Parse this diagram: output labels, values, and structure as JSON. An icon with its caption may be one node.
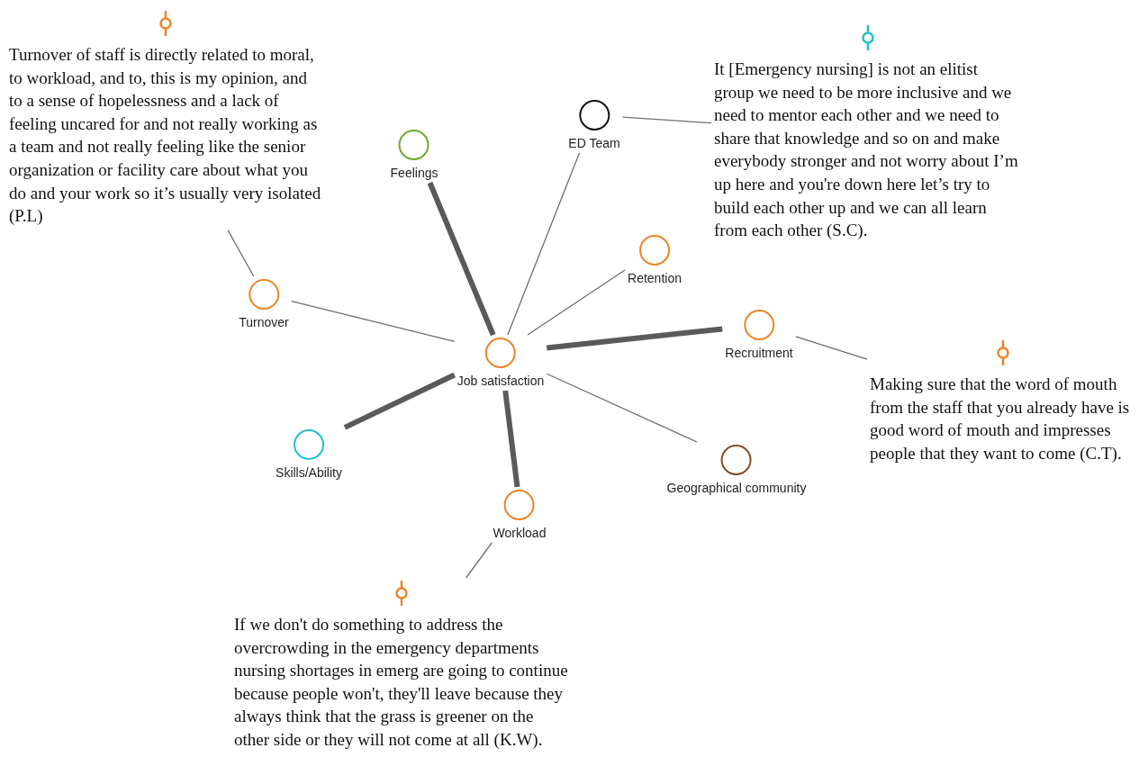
{
  "diagram": {
    "nodes": [
      {
        "text": [
          "Turnover of staff is directly related to moral, to workload, and to, this is my opinion, and to a sense of hopelessness and a lack of feeling uncared for and not really working as a team and not really feeling like the senior organization or facility care about what you do and your work so it’s usually very isolated (P.L)"
        ]
      },
      {
        "text": [
          "It [Emergency nursing] is not an elitist group we need to be more inclusive and we need to mentor each other and we need to share that knowledge and so on and make everybody stronger and not worry about I’m up here and you're down here let’s try to build each other up and we can all learn from each other (S.C)."
        ]
      },
      {
        "text": [
          "ED Team"
        ]
      },
      {
        "text": [
          "Feelings"
        ]
      },
      {
        "text": [
          "Retention"
        ]
      },
      {
        "text": [
          "Turnover"
        ]
      },
      {
        "text": [
          "Recruitment"
        ]
      },
      {
        "text": [
          "Job satisfaction"
        ]
      },
      {
        "text": [
          "Skills/Ability"
        ]
      },
      {
        "text": [
          "Geographical community"
        ]
      },
      {
        "text": [
          "Workload"
        ]
      },
      {
        "text": [
          "Making sure that the word of mouth from the staff that you already have is good word of mouth and impresses people that they want to come (C.T)."
        ]
      },
      {
        "text": [
          "If we don't do something to address the overcrowding in the emergency departments nursing shortages in emerg are going to continue because people won't, they'll leave because they always think that the grass is greener on the other side or they will not come at all (K.W)."
        ]
      }
    ],
    "edges": [
      {
        "from": 7,
        "to": 3,
        "arrow": "none",
        "style": "thick"
      },
      {
        "from": 7,
        "to": 2,
        "arrow": "none"
      },
      {
        "from": 7,
        "to": 4,
        "arrow": "none"
      },
      {
        "from": 7,
        "to": 5,
        "arrow": "none"
      },
      {
        "from": 7,
        "to": 6,
        "arrow": "none",
        "style": "thick"
      },
      {
        "from": 7,
        "to": 8,
        "arrow": "none",
        "style": "thick"
      },
      {
        "from": 7,
        "to": 10,
        "arrow": "none",
        "style": "thick"
      },
      {
        "from": 7,
        "to": 9,
        "arrow": "none"
      },
      {
        "from": 5,
        "to": 0,
        "arrow": "none"
      },
      {
        "from": 2,
        "to": 1,
        "arrow": "none"
      },
      {
        "from": 6,
        "to": 11,
        "arrow": "none"
      },
      {
        "from": 10,
        "to": 12,
        "arrow": "none"
      }
    ]
  }
}
